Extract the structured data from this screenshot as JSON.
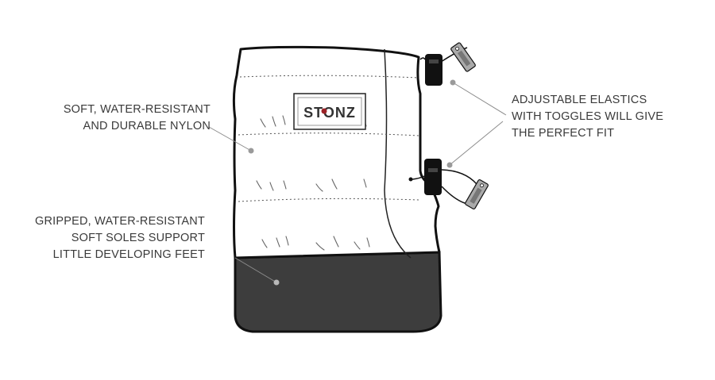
{
  "brand": {
    "logo_text": "STONZ",
    "logo_accent_color": "#9b2226"
  },
  "callouts": {
    "nylon": {
      "lines": [
        "SOFT, WATER-RESISTANT",
        "AND DURABLE NYLON"
      ]
    },
    "soles": {
      "lines": [
        "GRIPPED, WATER-RESISTANT",
        "SOFT SOLES SUPPORT",
        "LITTLE DEVELOPING FEET"
      ]
    },
    "elastics": {
      "lines": [
        "ADJUSTABLE ELASTICS",
        "WITH TOGGLES WILL GIVE",
        "THE PERFECT FIT"
      ]
    }
  },
  "colors": {
    "outline": "#111111",
    "sole": "#3d3d3d",
    "body": "#ffffff",
    "leader": "#8c8c8c",
    "text": "#3a3a3a"
  }
}
